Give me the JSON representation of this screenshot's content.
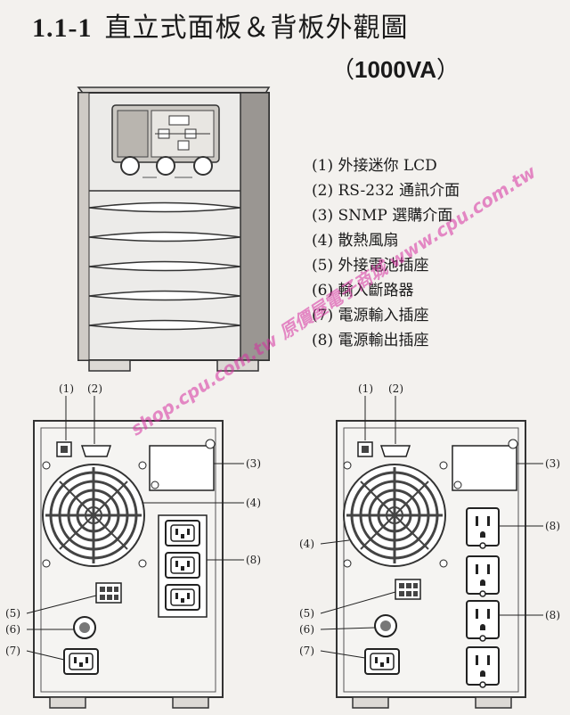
{
  "header": {
    "section_number": "1.1-1",
    "title": "直立式面板＆背板外觀圖",
    "subtitle_open": "（",
    "subtitle_model": "1000VA",
    "subtitle_close": "）"
  },
  "legend": [
    "(1) 外接迷你 LCD",
    "(2) RS-232 通訊介面",
    "(3) SNMP 選購介面",
    "(4) 散熱風扇",
    "(5) 外接電池插座",
    "(6) 輸入斷路器",
    "(7) 電源輸入插座",
    "(8) 電源輸出插座"
  ],
  "callouts": {
    "c1": "(1)",
    "c2": "(2)",
    "c3": "(3)",
    "c4": "(4)",
    "c5": "(5)",
    "c6": "(6)",
    "c7": "(7)",
    "c8": "(8)"
  },
  "watermark": "shop.cpu.com.tw 原價屋電子商城 www.cpu.com.tw"
}
